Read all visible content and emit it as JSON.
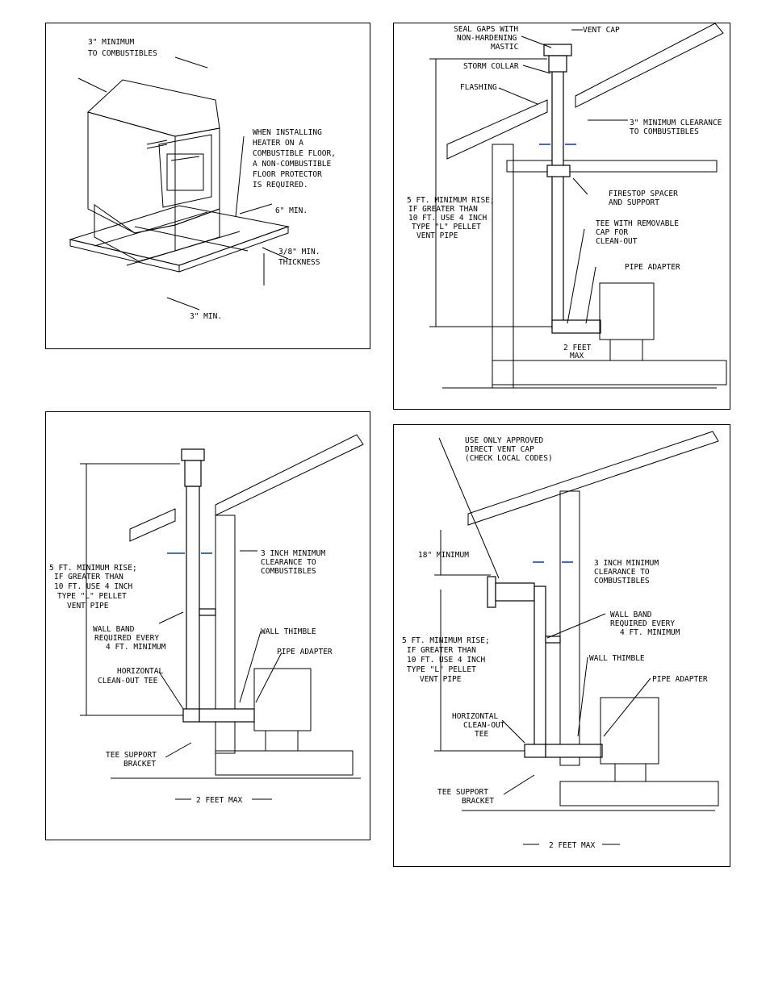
{
  "panel1": {
    "lbl_min_combustibles_1": "3\" MINIMUM",
    "lbl_min_combustibles_2": "TO COMBUSTIBLES",
    "lbl_floor_1": "WHEN INSTALLING",
    "lbl_floor_2": "HEATER ON A",
    "lbl_floor_3": "COMBUSTIBLE FLOOR,",
    "lbl_floor_4": "A NON-COMBUSTIBLE",
    "lbl_floor_5": "FLOOR PROTECTOR",
    "lbl_floor_6": "IS REQUIRED.",
    "lbl_6min": "6\" MIN.",
    "lbl_thick_1": "3/8\" MIN.",
    "lbl_thick_2": "THICKNESS",
    "lbl_3min": "3\" MIN."
  },
  "panel2": {
    "lbl_seal_1": "SEAL GAPS WITH",
    "lbl_seal_2": "NON-HARDENING",
    "lbl_seal_3": "MASTIC",
    "lbl_vent_cap": "VENT CAP",
    "lbl_storm_collar": "STORM COLLAR",
    "lbl_flashing": "FLASHING",
    "lbl_clear_1": "3\" MINIMUM CLEARANCE",
    "lbl_clear_2": "TO COMBUSTIBLES",
    "lbl_firestop_1": "FIRESTOP SPACER",
    "lbl_firestop_2": "AND SUPPORT",
    "lbl_rise_1": "5 FT. MINIMUM RISE;",
    "lbl_rise_2": "IF GREATER THAN",
    "lbl_rise_3": "10 FT. USE 4 INCH",
    "lbl_rise_4": "TYPE \"L\" PELLET",
    "lbl_rise_5": "VENT PIPE",
    "lbl_tee_1": "TEE WITH REMOVABLE",
    "lbl_tee_2": "CAP FOR",
    "lbl_tee_3": "CLEAN-OUT",
    "lbl_adapter": "PIPE ADAPTER",
    "lbl_2ft_1": "2 FEET",
    "lbl_2ft_2": "MAX"
  },
  "panel3": {
    "lbl_rise_1": "5 FT. MINIMUM RISE;",
    "lbl_rise_2": "IF GREATER THAN",
    "lbl_rise_3": "10 FT. USE 4 INCH",
    "lbl_rise_4": "TYPE \"L\" PELLET",
    "lbl_rise_5": "VENT PIPE",
    "lbl_clear_1": "3 INCH MINIMUM",
    "lbl_clear_2": "CLEARANCE TO",
    "lbl_clear_3": "COMBUSTIBLES",
    "lbl_band_1": "WALL BAND",
    "lbl_band_2": "REQUIRED EVERY",
    "lbl_band_3": "4 FT. MINIMUM",
    "lbl_thimble": "WALL THIMBLE",
    "lbl_adapter": "PIPE ADAPTER",
    "lbl_tee_1": "HORIZONTAL",
    "lbl_tee_2": "CLEAN-OUT TEE",
    "lbl_support_1": "TEE SUPPORT",
    "lbl_support_2": "BRACKET",
    "lbl_2ft": "2 FEET MAX"
  },
  "panel4": {
    "lbl_cap_1": "USE ONLY APPROVED",
    "lbl_cap_2": "DIRECT VENT CAP",
    "lbl_cap_3": "(CHECK LOCAL CODES)",
    "lbl_18min": "18\" MINIMUM",
    "lbl_clear_1": "3 INCH MINIMUM",
    "lbl_clear_2": "CLEARANCE TO",
    "lbl_clear_3": "COMBUSTIBLES",
    "lbl_band_1": "WALL BAND",
    "lbl_band_2": "REQUIRED EVERY",
    "lbl_band_3": "4 FT. MINIMUM",
    "lbl_rise_1": "5 FT. MINIMUM RISE;",
    "lbl_rise_2": "IF GREATER THAN",
    "lbl_rise_3": "10 FT. USE 4 INCH",
    "lbl_rise_4": "TYPE \"L\" PELLET",
    "lbl_rise_5": "VENT PIPE",
    "lbl_thimble": "WALL THIMBLE",
    "lbl_adapter": "PIPE ADAPTER",
    "lbl_tee_1": "HORIZONTAL",
    "lbl_tee_2": "CLEAN-OUT",
    "lbl_tee_3": "TEE",
    "lbl_support_1": "TEE SUPPORT",
    "lbl_support_2": "BRACKET",
    "lbl_2ft": "2 FEET MAX"
  }
}
